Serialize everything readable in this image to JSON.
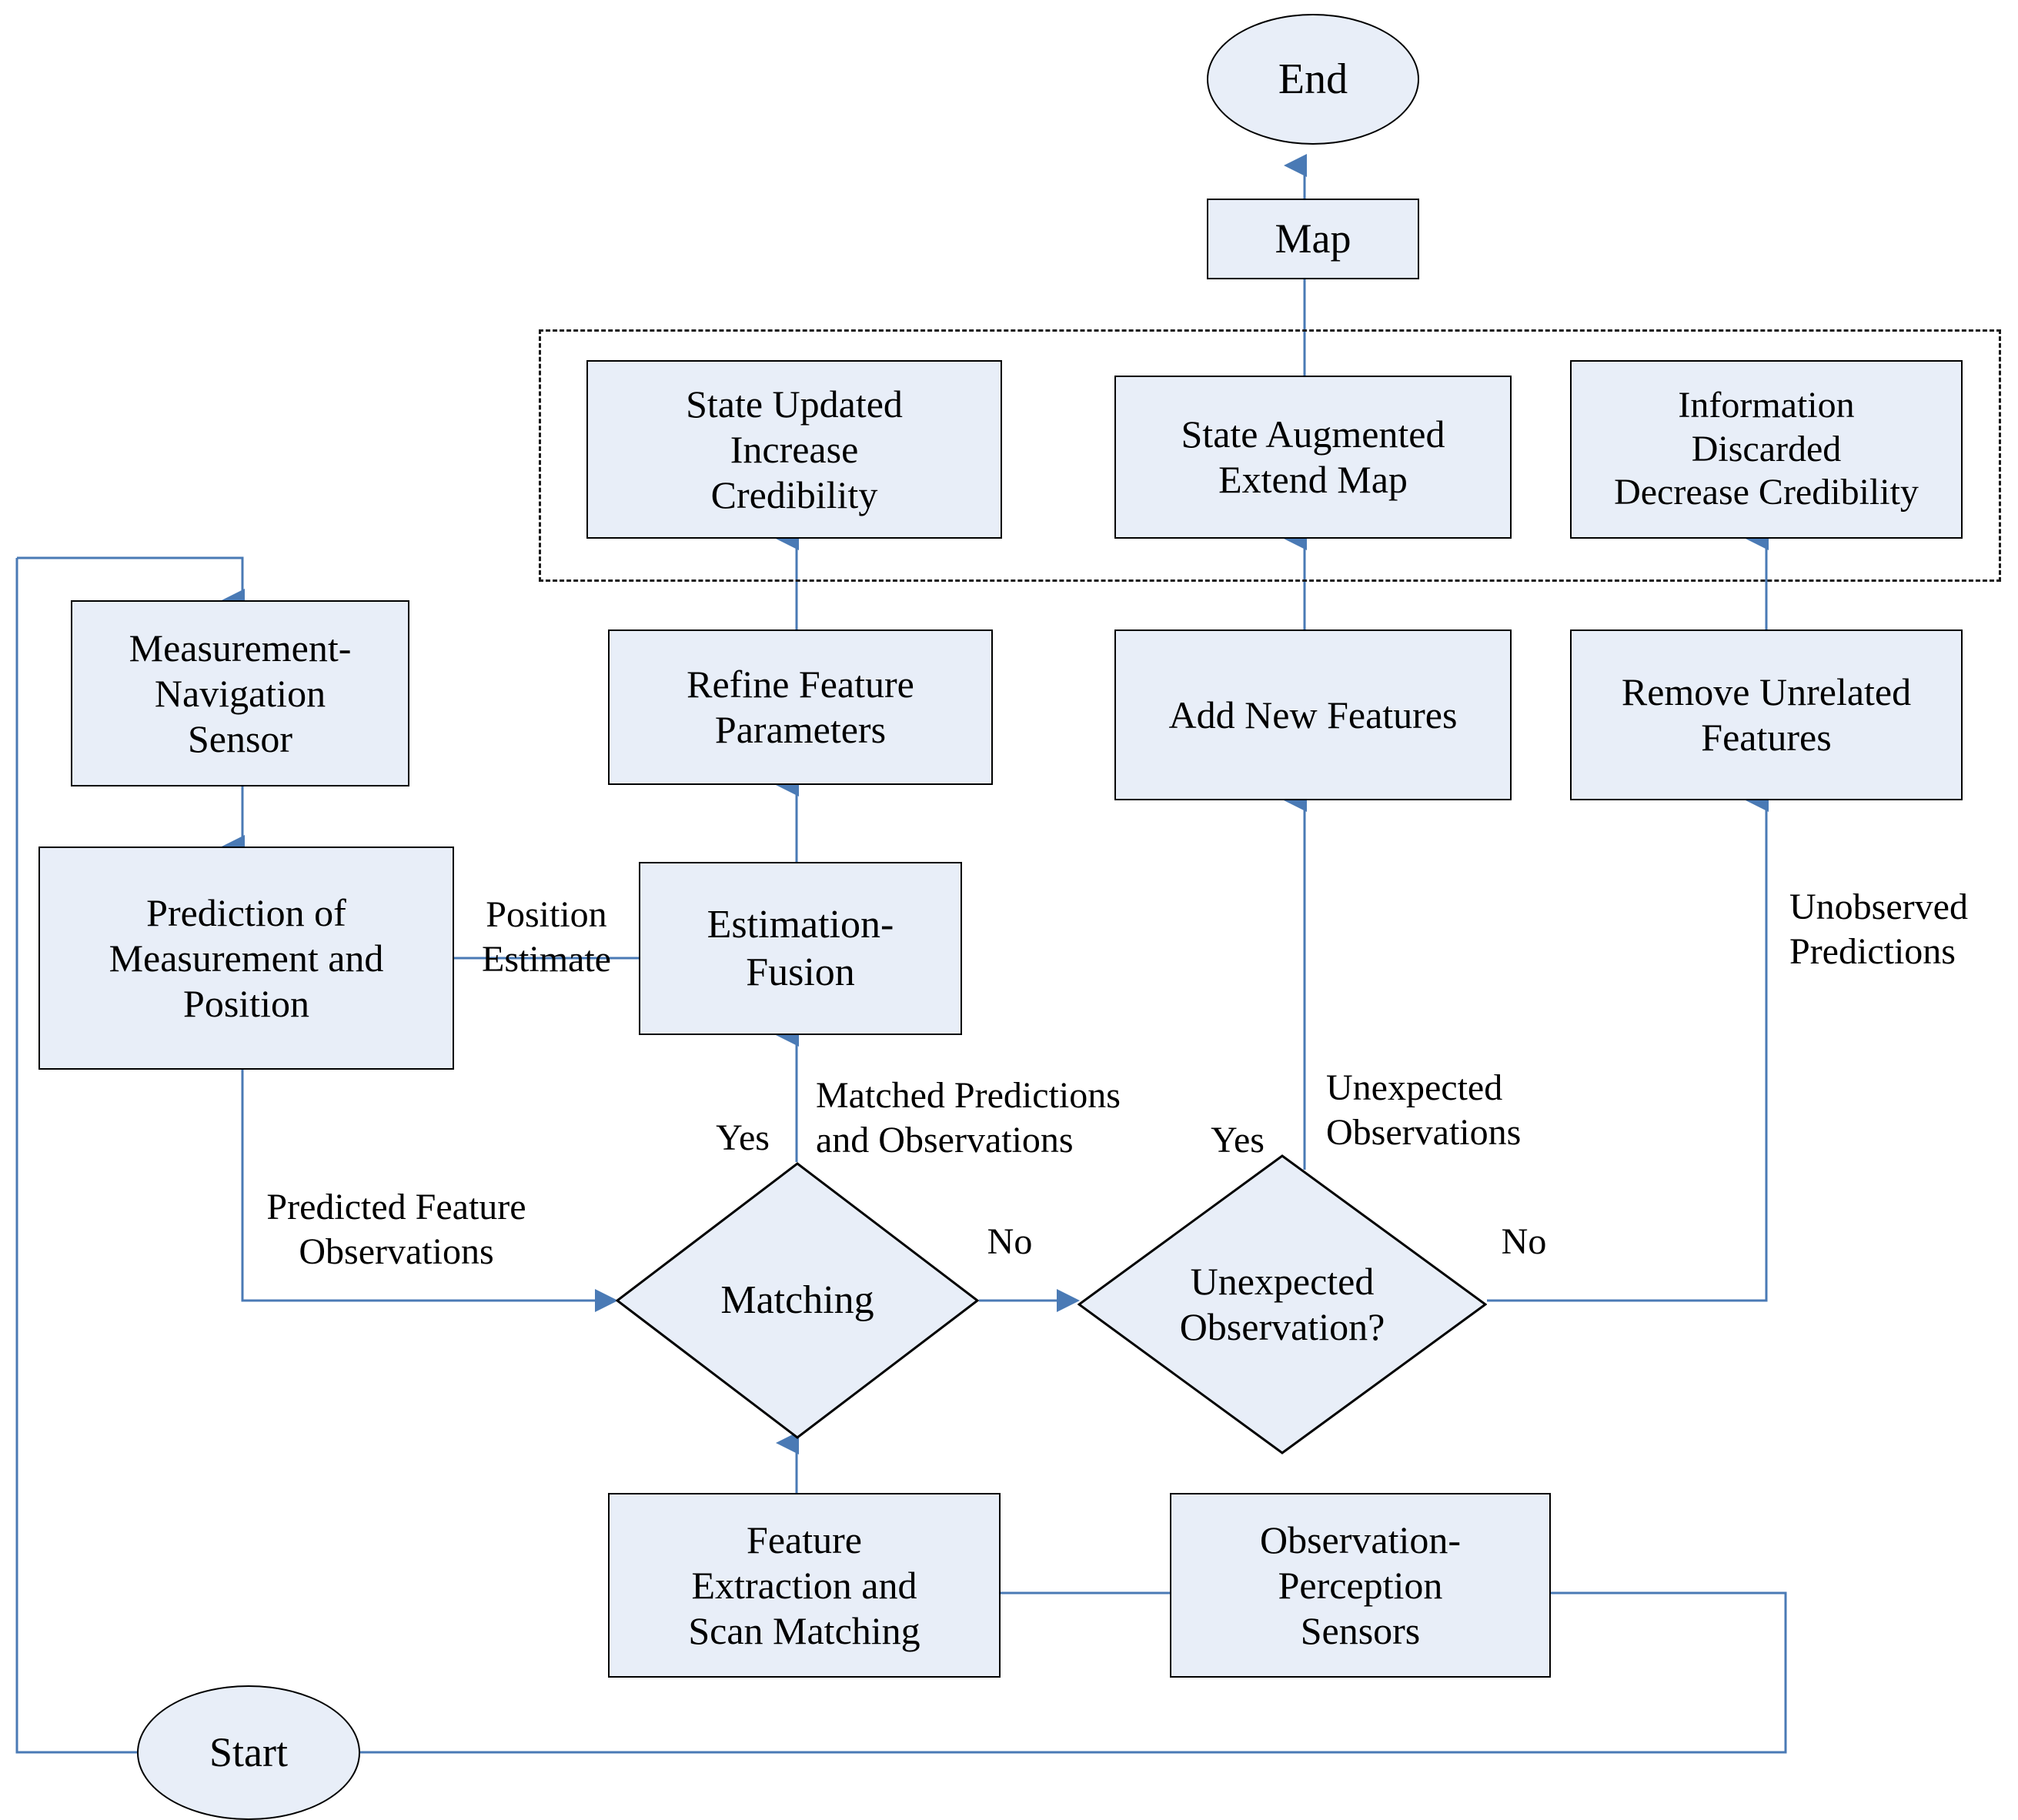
{
  "diagram": {
    "title": "SLAM Process Flowchart",
    "colors": {
      "node_fill": "#e8eef8",
      "node_stroke": "#000000",
      "connector": "#4a7ab5",
      "arrow_head": "#4a7ab5",
      "group_border": "#1a1a1a",
      "text": "#000000"
    },
    "terminators": {
      "start": "Start",
      "end": "End"
    },
    "processes": {
      "map": "Map",
      "state_updated": "State Updated\nIncrease\nCredibility",
      "state_augmented": "State Augmented\nExtend Map",
      "information_discarded": "Information\nDiscarded\nDecrease Credibility",
      "refine_feature": "Refine Feature\nParameters",
      "add_new_features": "Add New Features",
      "remove_unrelated": "Remove Unrelated\nFeatures",
      "measurement_sensor": "Measurement-\nNavigation\nSensor",
      "prediction": "Prediction of\nMeasurement and\nPosition",
      "estimation_fusion": "Estimation-\nFusion",
      "feature_extraction": "Feature\nExtraction and\nScan Matching",
      "observation_sensors": "Observation-\nPerception\nSensors"
    },
    "decisions": {
      "matching": "Matching",
      "unexpected_observation": "Unexpected\nObservation?"
    },
    "edge_labels": {
      "position_estimate": "Position\nEstimate",
      "predicted_feature_observations": "Predicted Feature\nObservations",
      "matched_predictions": "Matched Predictions\nand Observations",
      "unexpected_observations": "Unexpected\nObservations",
      "unobserved_predictions": "Unobserved\nPredictions",
      "matching_yes": "Yes",
      "matching_no": "No",
      "unexpected_yes": "Yes",
      "unexpected_no": "No"
    }
  }
}
